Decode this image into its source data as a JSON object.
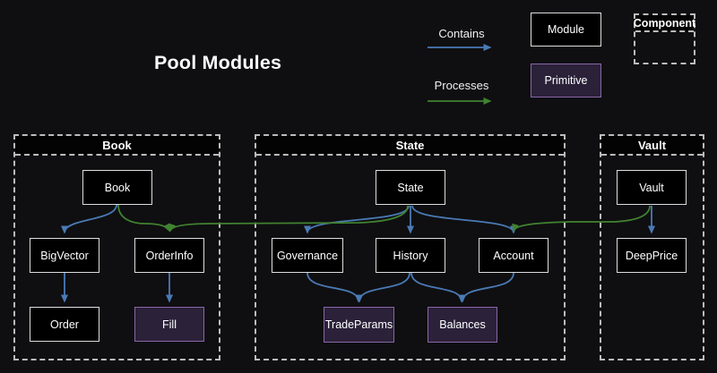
{
  "title": "Pool Modules",
  "legend": {
    "contains_label": "Contains",
    "processes_label": "Processes",
    "module_label": "Module",
    "primitive_label": "Primitive",
    "component_label": "Component"
  },
  "colors": {
    "background": "#0f0f11",
    "module_fill": "#000000",
    "module_border": "#dedede",
    "primitive_fill": "#2b2139",
    "primitive_border": "#8a66a8",
    "container_dashed_border": "#bcbcbc",
    "contains_arrow_blue": "#4a7ab5",
    "processes_arrow_green": "#418230",
    "text": "#f5f5f5"
  },
  "containers": {
    "book": {
      "label": "Book"
    },
    "state": {
      "label": "State"
    },
    "vault": {
      "label": "Vault"
    }
  },
  "nodes": {
    "book": {
      "label": "Book",
      "type": "module",
      "container": "book"
    },
    "bigvector": {
      "label": "BigVector",
      "type": "module",
      "container": "book"
    },
    "orderinfo": {
      "label": "OrderInfo",
      "type": "module",
      "container": "book"
    },
    "order": {
      "label": "Order",
      "type": "module",
      "container": "book"
    },
    "fill": {
      "label": "Fill",
      "type": "primitive",
      "container": "book"
    },
    "state": {
      "label": "State",
      "type": "module",
      "container": "state"
    },
    "governance": {
      "label": "Governance",
      "type": "module",
      "container": "state"
    },
    "history": {
      "label": "History",
      "type": "module",
      "container": "state"
    },
    "account": {
      "label": "Account",
      "type": "module",
      "container": "state"
    },
    "tradeparams": {
      "label": "TradeParams",
      "type": "primitive",
      "container": "state"
    },
    "balances": {
      "label": "Balances",
      "type": "primitive",
      "container": "state"
    },
    "vault": {
      "label": "Vault",
      "type": "module",
      "container": "vault"
    },
    "deepprice": {
      "label": "DeepPrice",
      "type": "module",
      "container": "vault"
    }
  },
  "edges": [
    {
      "from": "book",
      "to": "bigvector",
      "type": "contains"
    },
    {
      "from": "bigvector",
      "to": "order",
      "type": "contains"
    },
    {
      "from": "orderinfo",
      "to": "fill",
      "type": "contains"
    },
    {
      "from": "state",
      "to": "governance",
      "type": "contains"
    },
    {
      "from": "state",
      "to": "history",
      "type": "contains"
    },
    {
      "from": "state",
      "to": "account",
      "type": "contains"
    },
    {
      "from": "governance",
      "to": "tradeparams",
      "type": "contains"
    },
    {
      "from": "history",
      "to": "tradeparams",
      "type": "contains"
    },
    {
      "from": "history",
      "to": "balances",
      "type": "contains"
    },
    {
      "from": "account",
      "to": "balances",
      "type": "contains"
    },
    {
      "from": "vault",
      "to": "deepprice",
      "type": "contains"
    },
    {
      "from": "book",
      "to": "orderinfo",
      "type": "processes"
    },
    {
      "from": "state",
      "to": "orderinfo",
      "type": "processes"
    },
    {
      "from": "vault",
      "to": "account",
      "type": "processes"
    }
  ]
}
